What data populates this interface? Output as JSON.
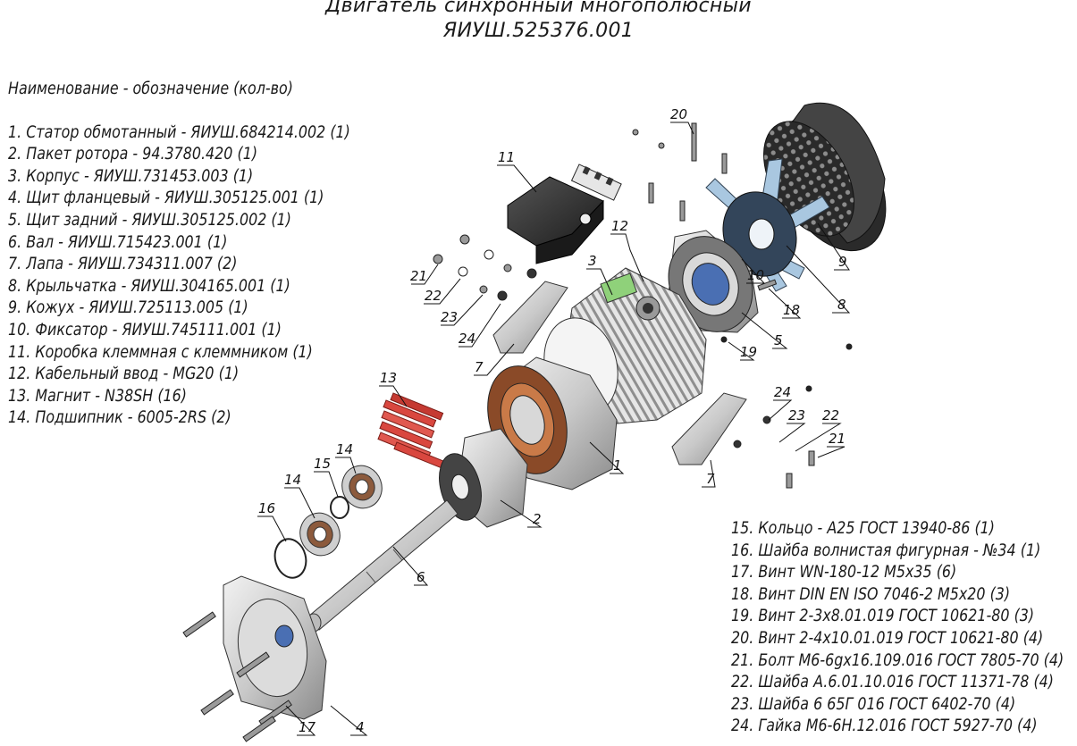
{
  "title": {
    "line1": "Двигатель синхронный многополюсный",
    "line2": "ЯИУШ.525376.001"
  },
  "legend_heading": "Наименование - обозначение (кол-во)",
  "parts_left": [
    "1. Статор обмотанный - ЯИУШ.684214.002 (1)",
    "2. Пакет ротора - 94.3780.420 (1)",
    "3. Корпус - ЯИУШ.731453.003 (1)",
    "4. Щит фланцевый - ЯИУШ.305125.001 (1)",
    "5. Щит задний - ЯИУШ.305125.002 (1)",
    "6. Вал - ЯИУШ.715423.001 (1)",
    "7. Лапа - ЯИУШ.734311.007 (2)",
    "8. Крыльчатка - ЯИУШ.304165.001 (1)",
    "9. Кожух - ЯИУШ.725113.005 (1)",
    "10. Фиксатор - ЯИУШ.745111.001 (1)",
    "11. Коробка клеммная с клеммником (1)",
    "12. Кабельный ввод - MG20 (1)",
    "13. Магнит - N38SH (16)",
    "14. Подшипник - 6005-2RS (2)"
  ],
  "parts_right": [
    "15. Кольцо - А25 ГОСТ 13940-86 (1)",
    "16. Шайба волнистая фигурная - №34 (1)",
    "17. Винт WN-180-12 M5x35 (6)",
    "18. Винт DIN EN ISO 7046-2 M5x20 (3)",
    "19. Винт 2-3x8.01.019 ГОСТ 10621-80 (3)",
    "20. Винт 2-4x10.01.019 ГОСТ 10621-80 (4)",
    "21. Болт M6-6gx16.109.016 ГОСТ 7805-70 (4)",
    "22. Шайба A.6.01.10.016 ГОСТ 11371-78 (4)",
    "23. Шайба 6 65Г 016 ГОСТ 6402-70 (4)",
    "24. Гайка M6-6H.12.016 ГОСТ 5927-70 (4)"
  ],
  "callouts": {
    "c1": "1",
    "c2": "2",
    "c3": "3",
    "c4": "4",
    "c5": "5",
    "c6": "6",
    "c7a": "7",
    "c7b": "7",
    "c8": "8",
    "c9": "9",
    "c10": "10",
    "c11": "11",
    "c12": "12",
    "c13": "13",
    "c14a": "14",
    "c14b": "14",
    "c15": "15",
    "c16": "16",
    "c17": "17",
    "c18": "18",
    "c19": "19",
    "c20": "20",
    "c21a": "21",
    "c21b": "21",
    "c22a": "22",
    "c22b": "22",
    "c23a": "23",
    "c23b": "23",
    "c24a": "24",
    "c24b": "24"
  },
  "colors": {
    "magnet": "#d9473f",
    "fan_blade": "#a9c7e0",
    "bearing_seal": "#4a6fb3",
    "ink": "#1a1a1a"
  }
}
